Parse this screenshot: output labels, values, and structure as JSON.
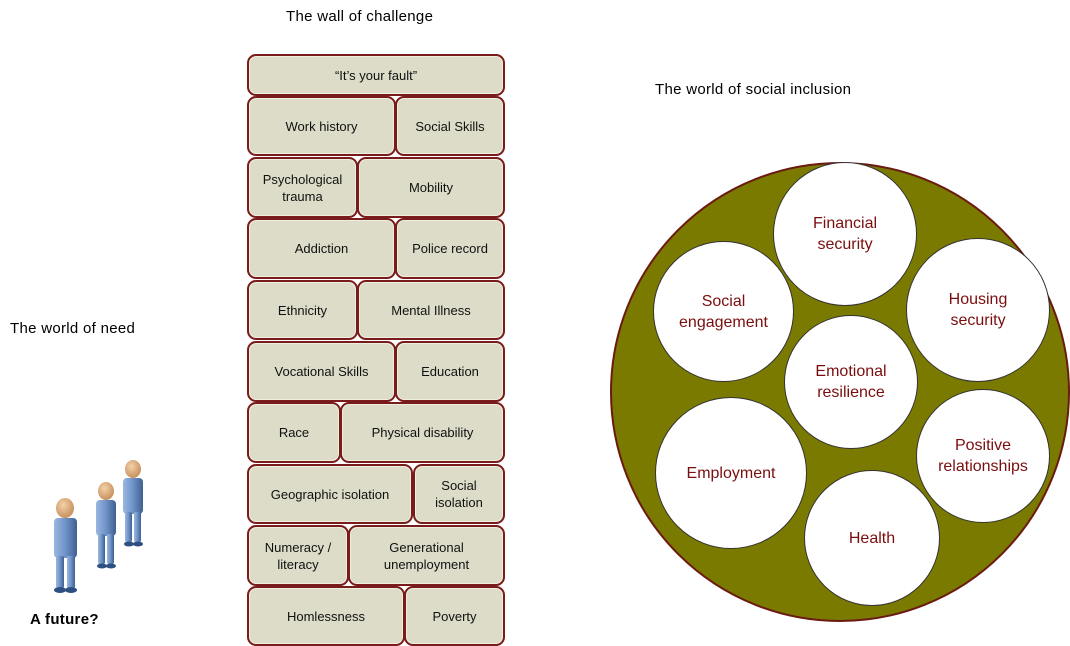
{
  "titles": {
    "wall": "The wall of challenge",
    "need": "The world of need",
    "future": "A future?",
    "inclusion": "The world of social inclusion"
  },
  "wall_rows": [
    [
      "“It’s your fault”"
    ],
    [
      "Work history",
      "Social Skills"
    ],
    [
      "Psychological trauma",
      "Mobility"
    ],
    [
      "Addiction",
      "Police record"
    ],
    [
      "Ethnicity",
      "Mental Illness"
    ],
    [
      "Vocational Skills",
      "Education"
    ],
    [
      "Race",
      "Physical disability"
    ],
    [
      "Geographic isolation",
      "Social isolation"
    ],
    [
      "Numeracy / literacy",
      "Generational unemployment"
    ],
    [
      "Homlessness",
      "Poverty"
    ]
  ],
  "inclusion_bubbles": [
    "Financial security",
    "Housing security",
    "Positive relationships",
    "Health",
    "Employment",
    "Social engagement",
    "Emotional resilience"
  ],
  "colors": {
    "brick_fill": "#dcdcc8",
    "brick_border": "#7a1b1b",
    "world_fill": "#7b7a00",
    "bubble_text": "#7a0e0e",
    "person_fill": "#6f93c8"
  },
  "icons": {
    "people": "people-group-icon"
  }
}
